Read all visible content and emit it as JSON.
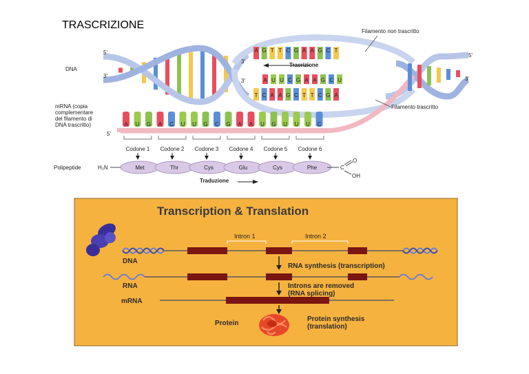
{
  "slide_title": "TRASCRIZIONE",
  "top": {
    "non_template_label": "Filamento non trascritto",
    "template_label": "Filamento trascritto",
    "dna_label": "DNA",
    "end_5": "5'",
    "end_3": "3'",
    "transcription_label": "Tracrizione",
    "mrna_label_lines": [
      "mRNA (copia",
      "complementare",
      "del filamento di",
      "DNA trascritto)"
    ],
    "upper_strand_bases": [
      "A",
      "G",
      "T",
      "T",
      "C",
      "G",
      "A",
      "A",
      "G",
      "C",
      "T"
    ],
    "middle_bases": [
      "A",
      "U",
      "U",
      "C",
      "G",
      "A",
      "A",
      "G",
      "C",
      "U"
    ],
    "lower_strand_bases": [
      "T",
      "C",
      "A",
      "A",
      "G",
      "C",
      "T",
      "T",
      "C",
      "G",
      "A"
    ],
    "mrna_bases": [
      "A",
      "U",
      "G",
      "A",
      "C",
      "U",
      "U",
      "G",
      "C",
      "G",
      "A",
      "A",
      "U",
      "G",
      "U",
      "U",
      "U",
      "C"
    ],
    "codons": [
      "Codone 1",
      "Codone 2",
      "Codone 3",
      "Codone 4",
      "Codone 5",
      "Codone 6"
    ],
    "polypeptide_label": "Polipeptide",
    "n_terminus": "H₂N",
    "amino_acids": [
      "Met",
      "Thr",
      "Cys",
      "Glu",
      "Cys",
      "Phe"
    ],
    "c_terminus": "C",
    "carbonyl_o": "O",
    "hydroxyl": "OH",
    "translation_label": "Traduzione"
  },
  "bottom": {
    "title": "Transcription & Translation",
    "intron1": "Intron 1",
    "intron2": "Intron 2",
    "dna": "DNA",
    "rna": "RNA",
    "mrna": "mRNA",
    "protein": "Protein",
    "step1": "RNA synthesis (transcription)",
    "step2_line1": "Introns are removed",
    "step2_line2": "(RNA splicing)",
    "step3_line1": "Protein synthesis",
    "step3_line2": "(translation)"
  },
  "colors": {
    "base_A": "#e74f5f",
    "base_T": "#f2c94c",
    "base_G": "#8cc152",
    "base_C": "#5b8fd6",
    "base_U": "#9acb4e",
    "backbone": "#b7c6e8",
    "mrna_backbone": "#f2b8c2",
    "amino": "#d9c8e6",
    "panel_bg": "#f6b23f",
    "exon": "#7a1512"
  }
}
